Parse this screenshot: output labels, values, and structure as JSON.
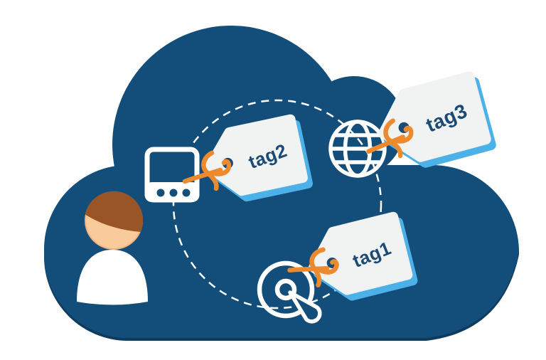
{
  "tags": [
    {
      "label": "tag1"
    },
    {
      "label": "tag2"
    },
    {
      "label": "tag3"
    }
  ],
  "icons": {
    "cloud": "cloud-shape",
    "person": "person-icon",
    "monitor": "monitor-icon",
    "globe": "globe-icon",
    "disk": "disk-icon",
    "string": "string-bow-icon",
    "orbit": "dashed-orbit-circle"
  },
  "colors": {
    "cloud": "#134e7a",
    "cloud-edge": "#0d3c5e",
    "tag-fill": "#f1f2f2",
    "tag-accent": "#4cb1e8",
    "navy-text": "#1b4a74",
    "string-orange": "#ee8a2e",
    "skin": "#f9cb9b",
    "skin-shade": "#f0b27e",
    "hair": "#9a5527",
    "white": "#ffffff"
  }
}
